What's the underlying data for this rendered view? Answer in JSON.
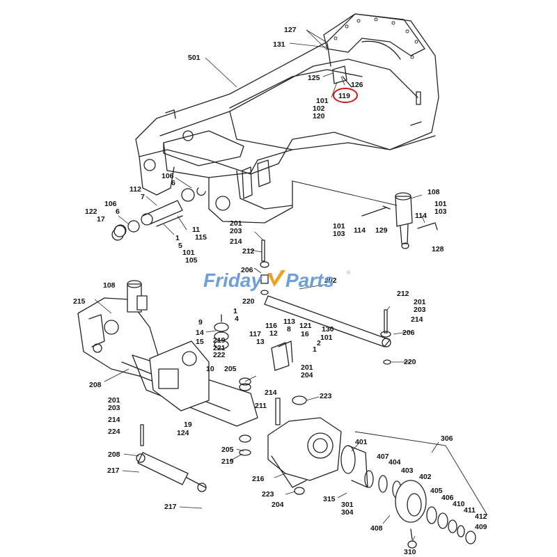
{
  "watermark": {
    "text_left": "Friday",
    "text_right": "Parts",
    "reg_mark": "®"
  },
  "highlight": {
    "label": "119",
    "color": "#d01818"
  },
  "labels": [
    {
      "id": "l127",
      "text": "127"
    },
    {
      "id": "l131",
      "text": "131"
    },
    {
      "id": "l501",
      "text": "501"
    },
    {
      "id": "l125",
      "text": "125"
    },
    {
      "id": "l126",
      "text": "126"
    },
    {
      "id": "l101a",
      "text": "101"
    },
    {
      "id": "l102",
      "text": "102"
    },
    {
      "id": "l120",
      "text": "120"
    },
    {
      "id": "l106a",
      "text": "106"
    },
    {
      "id": "l6a",
      "text": "6"
    },
    {
      "id": "l112",
      "text": "112"
    },
    {
      "id": "l7",
      "text": "7"
    },
    {
      "id": "l106b",
      "text": "106"
    },
    {
      "id": "l6b",
      "text": "6"
    },
    {
      "id": "l122",
      "text": "122"
    },
    {
      "id": "l17",
      "text": "17"
    },
    {
      "id": "l11",
      "text": "11"
    },
    {
      "id": "l115",
      "text": "115"
    },
    {
      "id": "l1a",
      "text": "1"
    },
    {
      "id": "l5",
      "text": "5"
    },
    {
      "id": "l101b",
      "text": "101"
    },
    {
      "id": "l105",
      "text": "105"
    },
    {
      "id": "l201a",
      "text": "201"
    },
    {
      "id": "l203a",
      "text": "203"
    },
    {
      "id": "l214a",
      "text": "214"
    },
    {
      "id": "l212a",
      "text": "212"
    },
    {
      "id": "l206a",
      "text": "206"
    },
    {
      "id": "l108a",
      "text": "108"
    },
    {
      "id": "l101c",
      "text": "101"
    },
    {
      "id": "l103a",
      "text": "103"
    },
    {
      "id": "l114a",
      "text": "114"
    },
    {
      "id": "l101d",
      "text": "101"
    },
    {
      "id": "l103b",
      "text": "103"
    },
    {
      "id": "l114b",
      "text": "114"
    },
    {
      "id": "l129",
      "text": "129"
    },
    {
      "id": "l128",
      "text": "128"
    },
    {
      "id": "l108b",
      "text": "108"
    },
    {
      "id": "l215",
      "text": "215"
    },
    {
      "id": "l202",
      "text": "202"
    },
    {
      "id": "l220a",
      "text": "220"
    },
    {
      "id": "l1b",
      "text": "1"
    },
    {
      "id": "l4",
      "text": "4"
    },
    {
      "id": "l9",
      "text": "9"
    },
    {
      "id": "l14",
      "text": "14"
    },
    {
      "id": "l15",
      "text": "15"
    },
    {
      "id": "l117",
      "text": "117"
    },
    {
      "id": "l13",
      "text": "13"
    },
    {
      "id": "l116",
      "text": "116"
    },
    {
      "id": "l12",
      "text": "12"
    },
    {
      "id": "l113",
      "text": "113"
    },
    {
      "id": "l8",
      "text": "8"
    },
    {
      "id": "l121",
      "text": "121"
    },
    {
      "id": "l16",
      "text": "16"
    },
    {
      "id": "l130",
      "text": "130"
    },
    {
      "id": "l101e",
      "text": "101"
    },
    {
      "id": "l2",
      "text": "2"
    },
    {
      "id": "l1c",
      "text": "1"
    },
    {
      "id": "l212b",
      "text": "212"
    },
    {
      "id": "l201b",
      "text": "201"
    },
    {
      "id": "l203b",
      "text": "203"
    },
    {
      "id": "l214b",
      "text": "214"
    },
    {
      "id": "l206b",
      "text": "206"
    },
    {
      "id": "l220b",
      "text": "220"
    },
    {
      "id": "l219a",
      "text": "219"
    },
    {
      "id": "l221",
      "text": "221"
    },
    {
      "id": "l222",
      "text": "222"
    },
    {
      "id": "l10",
      "text": "10"
    },
    {
      "id": "l205a",
      "text": "205"
    },
    {
      "id": "l201c",
      "text": "201"
    },
    {
      "id": "l204a",
      "text": "204"
    },
    {
      "id": "l214c",
      "text": "214"
    },
    {
      "id": "l223a",
      "text": "223"
    },
    {
      "id": "l211",
      "text": "211"
    },
    {
      "id": "l208a",
      "text": "208"
    },
    {
      "id": "l201d",
      "text": "201"
    },
    {
      "id": "l203c",
      "text": "203"
    },
    {
      "id": "l214d",
      "text": "214"
    },
    {
      "id": "l224",
      "text": "224"
    },
    {
      "id": "l19",
      "text": "19"
    },
    {
      "id": "l124",
      "text": "124"
    },
    {
      "id": "l208b",
      "text": "208"
    },
    {
      "id": "l205b",
      "text": "205"
    },
    {
      "id": "l219b",
      "text": "219"
    },
    {
      "id": "l217a",
      "text": "217"
    },
    {
      "id": "l216",
      "text": "216"
    },
    {
      "id": "l217b",
      "text": "217"
    },
    {
      "id": "l223b",
      "text": "223"
    },
    {
      "id": "l204b",
      "text": "204"
    },
    {
      "id": "l315",
      "text": "315"
    },
    {
      "id": "l301",
      "text": "301"
    },
    {
      "id": "l304",
      "text": "304"
    },
    {
      "id": "l401",
      "text": "401"
    },
    {
      "id": "l306",
      "text": "306"
    },
    {
      "id": "l407",
      "text": "407"
    },
    {
      "id": "l404",
      "text": "404"
    },
    {
      "id": "l403",
      "text": "403"
    },
    {
      "id": "l402",
      "text": "402"
    },
    {
      "id": "l405",
      "text": "405"
    },
    {
      "id": "l406",
      "text": "406"
    },
    {
      "id": "l410",
      "text": "410"
    },
    {
      "id": "l411",
      "text": "411"
    },
    {
      "id": "l412",
      "text": "412"
    },
    {
      "id": "l409",
      "text": "409"
    },
    {
      "id": "l408",
      "text": "408"
    },
    {
      "id": "l310",
      "text": "310"
    }
  ]
}
